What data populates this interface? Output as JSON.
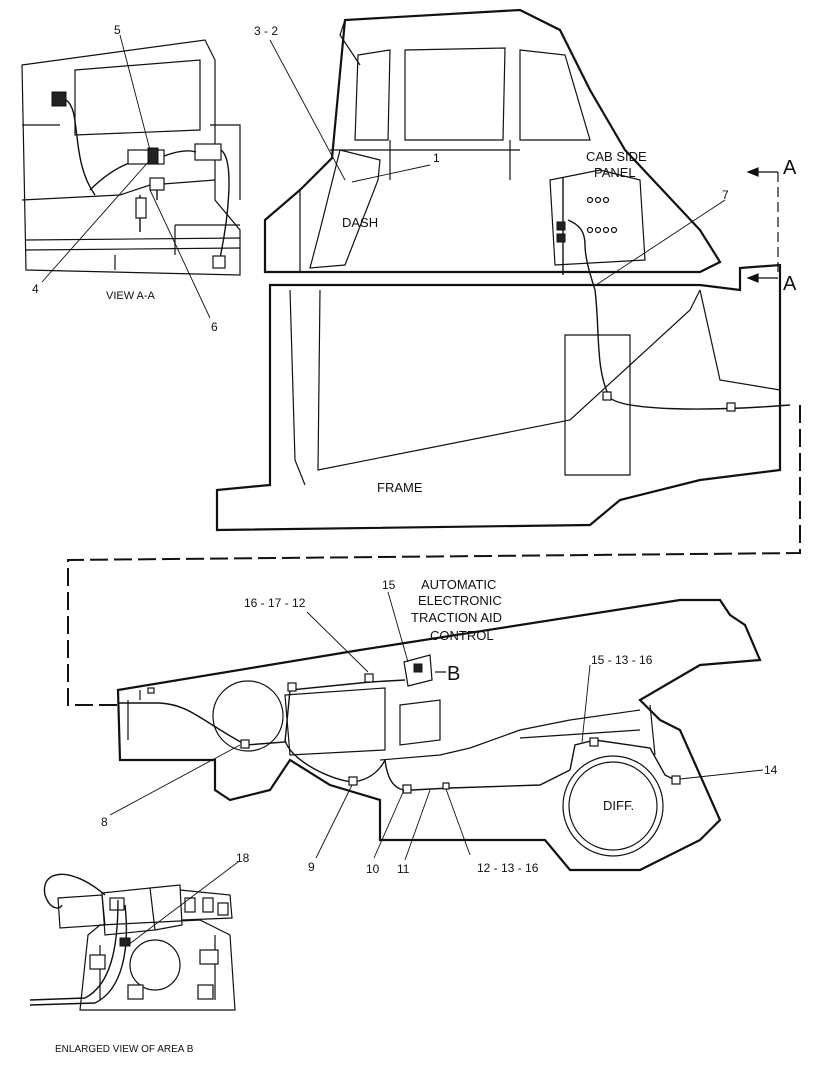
{
  "labels": {
    "view_aa": "VIEW A-A",
    "dash": "DASH",
    "cab_side": "CAB SIDE",
    "panel": "PANEL",
    "frame": "FRAME",
    "section_a_top": "A",
    "section_a_bottom": "A",
    "area_b": "B",
    "aetac_line1": "AUTOMATIC",
    "aetac_line2": "ELECTRONIC",
    "aetac_line3": "TRACTION AID",
    "aetac_line4": "CONTROL",
    "diff": "DIFF.",
    "enlarged": "ENLARGED VIEW OF AREA B"
  },
  "callouts": {
    "c1": "1",
    "c3_2": "3 - 2",
    "c4": "4",
    "c5": "5",
    "c6": "6",
    "c7": "7",
    "c8": "8",
    "c9": "9",
    "c10": "10",
    "c11": "11",
    "c12_13_16": "12 - 13 - 16",
    "c14": "14",
    "c15_top": "15",
    "c15_13_16": "15 - 13 - 16",
    "c16_17_12": "16 - 17 - 12",
    "c18": "18"
  }
}
